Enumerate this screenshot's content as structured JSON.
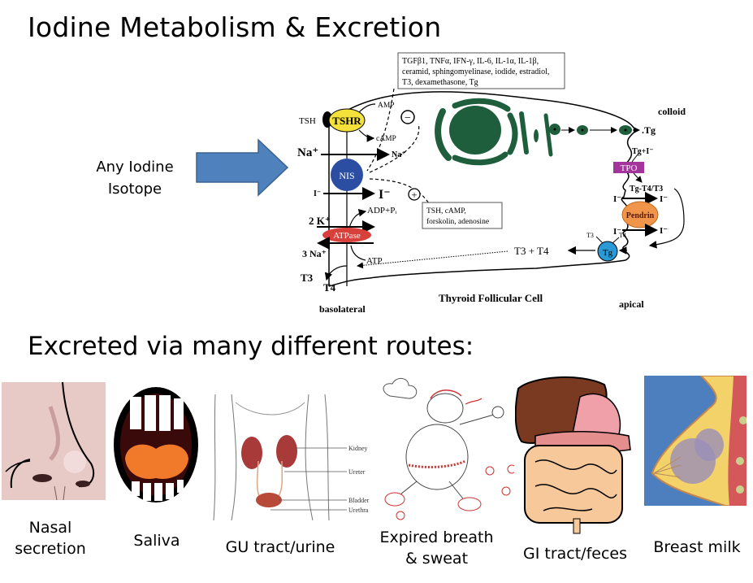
{
  "title": "Iodine Metabolism & Excretion",
  "input_label": {
    "line1": "Any Iodine",
    "line2": "Isotope"
  },
  "arrow_color": "#4f81bd",
  "diagram": {
    "inhibitors_box": {
      "line1": "TGFβ1, TNFα, IFN-γ, IL-6, IL-1α, IL-1β,",
      "line2": "ceramid, sphingomyelinase, iodide, estradiol,",
      "line3": "T3, dexamethasone, Tg"
    },
    "stimulators_box": {
      "line1": "TSH, cAMP,",
      "line2": "forskolin, adenosine"
    },
    "minus_sign": "−",
    "plus_sign": "+",
    "labels": {
      "tsh": "TSH",
      "tshr": "TSHR",
      "amp": "AMP",
      "camp": "cAMP",
      "na_out": "Na⁺",
      "na_in": "Na⁺",
      "nis": "NIS",
      "i_out": "I⁻",
      "i_in": "I⁻",
      "adp": "ADP+Pᵢ",
      "k": "2 K⁺",
      "atpase": "ATPase",
      "na3": "3 Na⁺",
      "atp": "ATP",
      "t3_out": "T3",
      "t4_out": "T4",
      "basolateral": "basolateral",
      "cell_name": "Thyroid Follicular Cell",
      "apical": "apical",
      "colloid": "colloid",
      "tg": ".Tg",
      "tg_i": "Tg+I⁻",
      "tpo": "TPO",
      "tg_t4t3": "Tg-T4/T3",
      "pendrin": "Pendrin",
      "i_left_1": "I⁻",
      "i_right_1": "I⁻",
      "i_left_2": "I⁻",
      "i_right_2": "I⁻",
      "tg_ball": "Tg",
      "tg_t3": "T3",
      "tg_t4": "T4",
      "t3_t4": "T3 + T4"
    },
    "colors": {
      "tshr": "#f4e23a",
      "nis": "#2b4ea3",
      "atpase": "#d8413b",
      "tpo": "#a3349b",
      "pendrin": "#f0954a",
      "tg_ball": "#2a9ad6",
      "organelle": "#1e5e3c"
    }
  },
  "subtitle": "Excreted via many different routes:",
  "routes": [
    {
      "line1": "Nasal",
      "line2": "secretion",
      "icon": "nose-icon"
    },
    {
      "line1": "Saliva",
      "line2": "",
      "icon": "mouth-icon"
    },
    {
      "line1": "GU tract/urine",
      "line2": "",
      "icon": "urinary-tract-icon",
      "annotations": [
        "Kidney",
        "Ureter",
        "Bladder",
        "Urethra"
      ]
    },
    {
      "line1": "Expired breath",
      "line2": "& sweat",
      "icon": "jogger-icon"
    },
    {
      "line1": "GI tract/feces",
      "line2": "",
      "icon": "digestive-system-icon"
    },
    {
      "line1": "Breast milk",
      "line2": "",
      "icon": "breast-anatomy-icon"
    }
  ]
}
